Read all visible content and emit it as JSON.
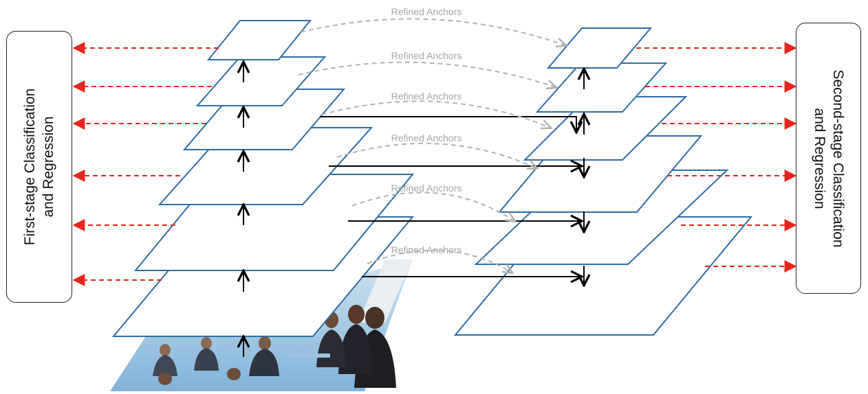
{
  "first_stage": {
    "line1": "First-stage Classification",
    "line2": "and Regression"
  },
  "second_stage": {
    "line1": "Second-stage Classification",
    "line2": "and Regression"
  },
  "refined_anchor_labels": [
    "Refined Anchors",
    "Refined Anchors",
    "Refined Anchors",
    "Refined Anchors",
    "Refined Anchors",
    "Refined Anchors"
  ],
  "colors": {
    "plane_stroke": "#2e6da4",
    "dashed_red": "#e8251c",
    "dashed_gray": "#b3b3b3",
    "arrow_black": "#000000"
  },
  "icons": {
    "input_photo": "group-of-business-people-photo"
  }
}
